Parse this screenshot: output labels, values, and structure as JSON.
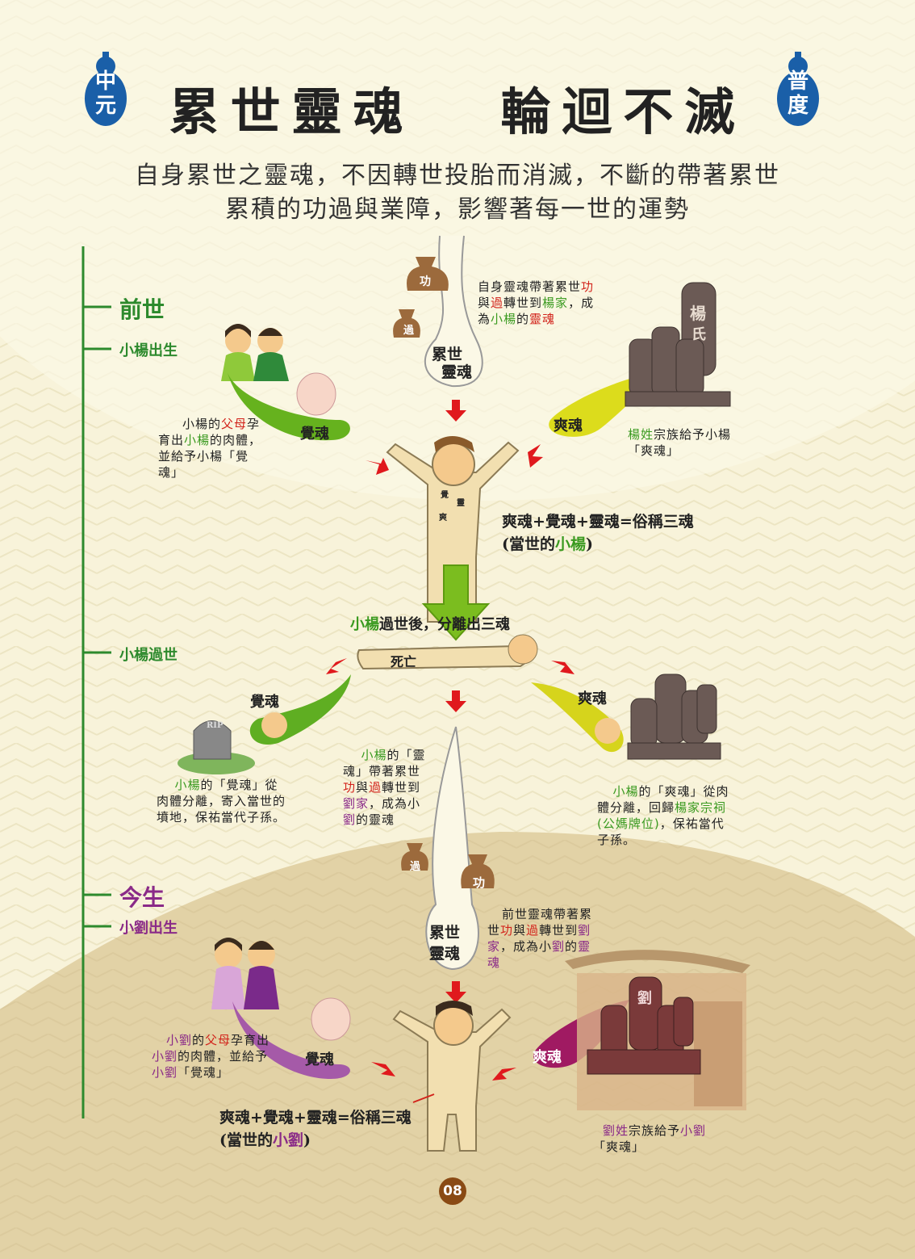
{
  "header": {
    "left_badge": [
      "中",
      "元"
    ],
    "right_badge": [
      "普",
      "度"
    ],
    "title_left": "累世靈魂",
    "title_right": "輪迴不滅",
    "subtitle_line1": "自身累世之靈魂，不因轉世投胎而消滅，不斷的帶著累世",
    "subtitle_line2": "累積的功過與業障，影響著每一世的運勢"
  },
  "timeline": {
    "past_life": "前世",
    "xiaoyang_birth": "小楊出生",
    "xiaoyang_death": "小楊過世",
    "this_life": "今生",
    "xiaoliu_birth": "小劉出生"
  },
  "labels": {
    "merit": "功",
    "demerit": "過",
    "soul_line1": "累世",
    "soul_line2": "靈魂",
    "jue_soul": "覺魂",
    "shuang_soul": "爽魂",
    "death": "死亡",
    "yang": "楊",
    "shi": "氏",
    "liu": "劉",
    "rip": "RIP",
    "mini_jue": "覺",
    "mini_ling": "靈",
    "mini_shuang": "爽"
  },
  "notes": {
    "top_soul": {
      "t1": "自身靈魂帶著累世",
      "t2": "功",
      "t3": "與",
      "t4": "過",
      "t5": "轉世到",
      "t6": "楊家",
      "t7": "，成為",
      "t8": "小楊",
      "t9": "的",
      "t10": "靈魂"
    },
    "yang_parents": {
      "t1": "小楊",
      "t2": "的",
      "t3": "父母",
      "t4": "孕育出",
      "t5": "小楊",
      "t6": "的肉體，並給予小楊「覺魂」"
    },
    "yang_clan": {
      "t1": "楊姓",
      "t2": "宗族給予小楊「爽魂」"
    },
    "three_souls_yang": {
      "l1": "爽魂+覺魂+靈魂=俗稱三魂",
      "l2a": "(當世的",
      "l2b": "小楊",
      "l2c": ")"
    },
    "after_death": {
      "t1": "小楊",
      "t2": "過世後，分離出三魂"
    },
    "jue_grave": {
      "t1": "小楊",
      "t2": "的「覺魂」從肉體分離，寄入當世的墳地，保祐當代子孫。"
    },
    "ling_liu": {
      "t1": "小楊",
      "t2": "的「靈魂」帶著累世",
      "t3": "功",
      "t4": "與",
      "t5": "過",
      "t6": "轉世到",
      "t7": "劉家",
      "t8": "，成為小",
      "t9": "劉",
      "t10": "的靈魂"
    },
    "shuang_shrine": {
      "t1": "小楊",
      "t2": "的「爽魂」從肉體分離，回歸",
      "t3": "楊家宗祠(公媽牌位)",
      "t4": "，保祐當代子孫。"
    },
    "prev_soul": {
      "t1": "前世靈魂帶著累世",
      "t2": "功",
      "t3": "與",
      "t4": "過",
      "t5": "轉世到",
      "t6": "劉家",
      "t7": "，成為小",
      "t8": "劉",
      "t9": "的",
      "t10": "靈魂"
    },
    "liu_parents": {
      "t1": "小劉",
      "t2": "的",
      "t3": "父母",
      "t4": "孕育出",
      "t5": "小劉",
      "t6": "的肉體，並給予",
      "t7": "小劉",
      "t8": "「覺魂」"
    },
    "liu_clan": {
      "t1": "劉姓",
      "t2": "宗族給予",
      "t3": "小劉",
      "t4": "「爽魂」"
    },
    "three_souls_liu": {
      "l1": "爽魂+覺魂+靈魂=俗稱三魂",
      "l2a": "(當世的",
      "l2b": "小劉",
      "l2c": ")"
    }
  },
  "page_number": "08"
}
